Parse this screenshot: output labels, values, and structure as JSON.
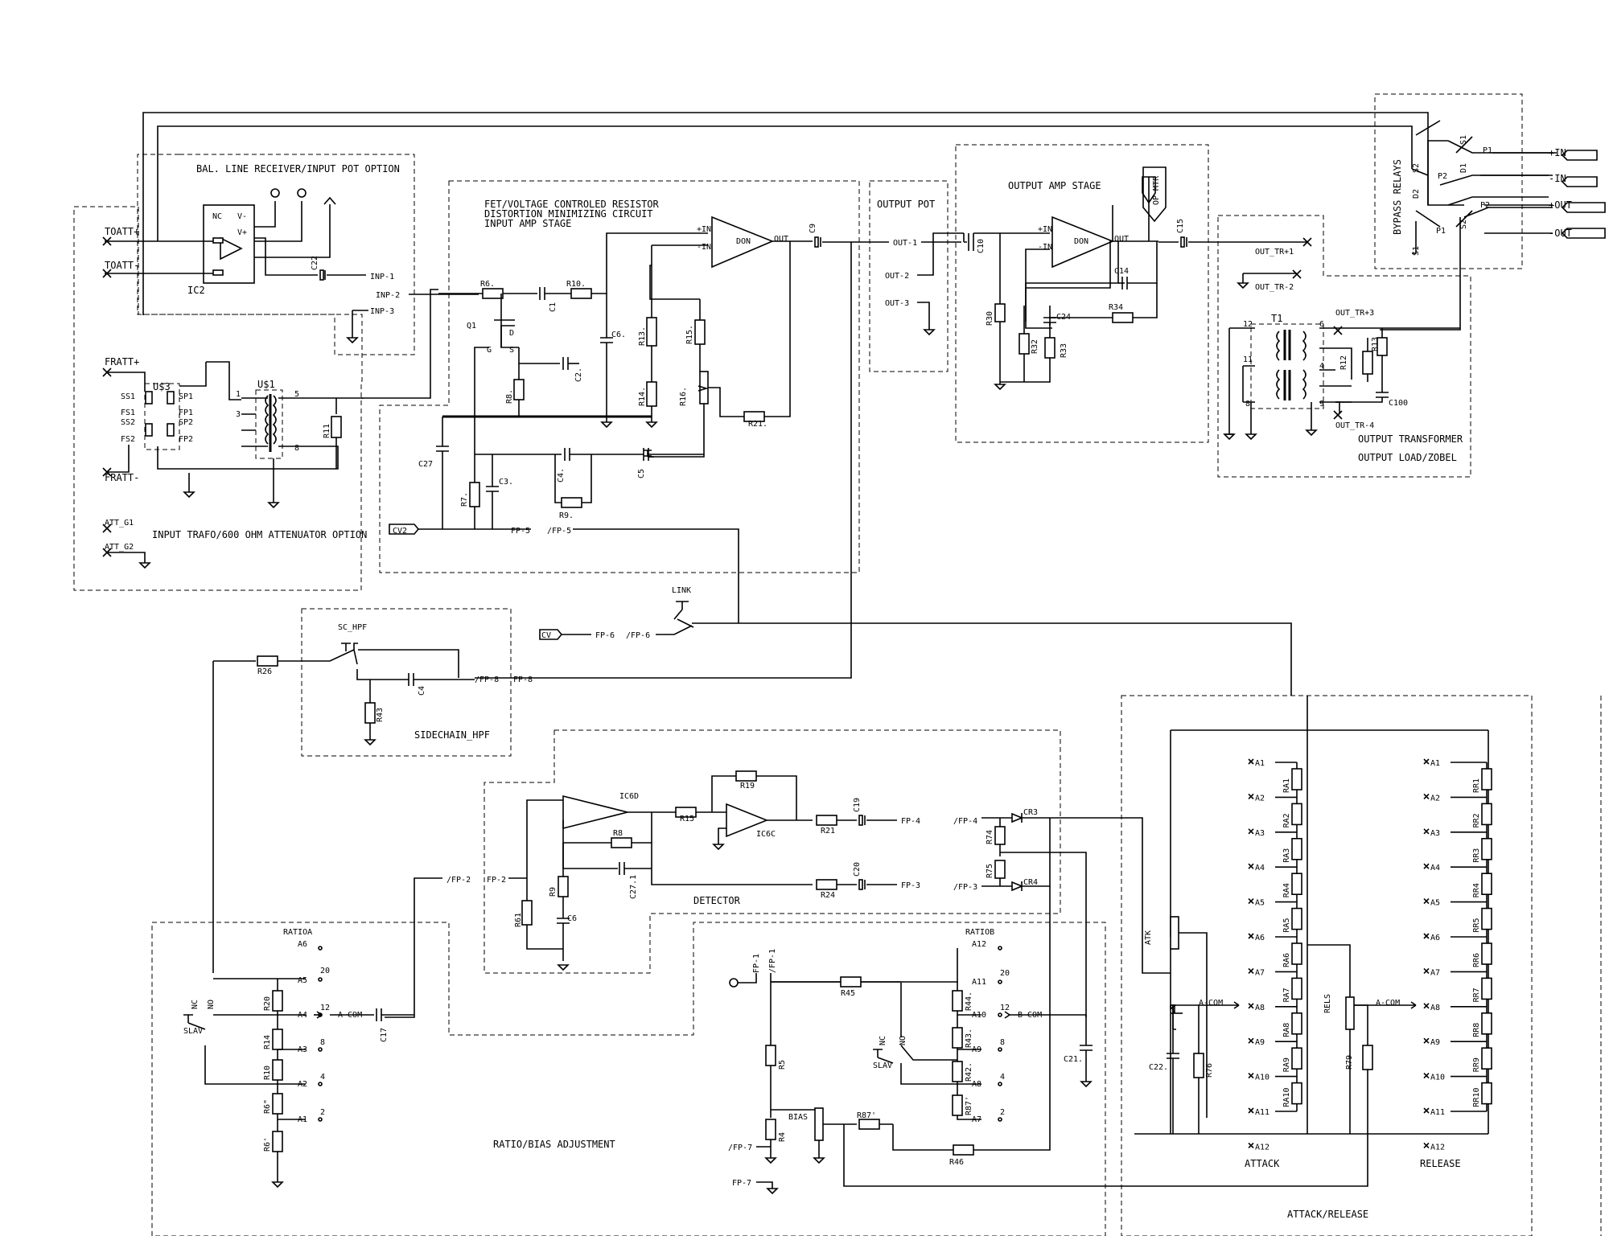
{
  "blocks": {
    "bal_line": "BAL. LINE RECEIVER/INPUT POT OPTION",
    "fet_1": "FET/VOLTAGE CONTROLED RESISTOR",
    "fet_2": "DISTORTION MINIMIZING CIRCUIT",
    "fet_3": "INPUT AMP STAGE",
    "output_pot": "OUTPUT POT",
    "output_amp": "OUTPUT AMP STAGE",
    "bypass": "BYPASS RELAYS",
    "output_transformer": "OUTPUT TRANSFORMER",
    "output_load": "OUTPUT LOAD/ZOBEL",
    "input_trafo": "INPUT TRAFO/600 OHM ATTENUATOR OPTION",
    "sidechain": "SIDECHAIN_HPF",
    "detector": "DETECTOR",
    "ratio_bias": "RATIO/BIAS ADJUSTMENT",
    "attack": "ATTACK",
    "release": "RELEASE",
    "attack_release": "ATTACK/RELEASE"
  },
  "nets": {
    "toatt_p": "TOATT+",
    "toatt_m": "TOATT-",
    "fratt_p": "FRATT+",
    "fratt_m": "FRATT-",
    "att_g1": "ATT_G1",
    "att_g2": "ATT_G2",
    "inp1": "INP-1",
    "inp2": "INP-2",
    "inp3": "INP-3",
    "out1": "OUT-1",
    "out2": "OUT-2",
    "out3": "OUT-3",
    "out_tr1": "OUT_TR+1",
    "out_tr2": "OUT_TR-2",
    "out_tr3": "OUT_TR+3",
    "out_tr4": "OUT_TR-4",
    "in_p": "+IN",
    "in_m": "-IN",
    "out_p": "+OUT",
    "out_m": "-OUT",
    "op_mtr": "OP MTR",
    "cv": "CV",
    "cv2": "CV2",
    "fp5": "FP-5",
    "fp5n": "/FP-5",
    "fp6": "FP-6",
    "fp6n": "/FP-6",
    "fp8": "FP-8",
    "fp8n": "/FP-8",
    "fp4": "FP-4",
    "fp4n": "/FP-4",
    "fp3": "FP-3",
    "fp3n": "/FP-3",
    "fp2": "FP-2",
    "fp2n": "/FP-2",
    "fp1": "FP-1",
    "fp1n": "/FP-1",
    "fp7": "FP-7",
    "fp7n": "/FP-7",
    "acom": "A-COM",
    "bcom": "B-COM",
    "link": "LINK",
    "sc_hpf": "SC_HPF",
    "ratioa": "RATIOA",
    "ratiob": "RATIOB",
    "bias": "BIAS",
    "atk": "ATK",
    "rels": "RELS"
  },
  "parts": {
    "ic2": "IC2",
    "nc": "NC",
    "vm": "V-",
    "vp": "V+",
    "u3": "U$3",
    "u1": "U$1",
    "c22": "C22",
    "r11": "R11",
    "r6": "R6.",
    "r10": "R10.",
    "c1": "C1",
    "q1": "Q1",
    "c6": "C6.",
    "c2": "C2.",
    "r8": "R8.",
    "r13": "R13.",
    "r14": "R14.",
    "r15": "R15.",
    "r16": "R16.",
    "r21": "R21.",
    "c27": "C27",
    "r7": "R7.",
    "c3": "C3.",
    "c4": "C4.",
    "r9": "R9.",
    "c5": "C5",
    "c9": "C9",
    "c10": "C10",
    "c14": "C14",
    "c24": "C24",
    "r34": "R34",
    "r30": "R30",
    "r32": "R32",
    "r33": "R33",
    "c15": "C15",
    "t1": "T1",
    "r12": "R12",
    "r13b": "R13",
    "c100": "C100",
    "r26": "R26",
    "c4b": "C4",
    "r43": "R43",
    "ic6d": "IC6D",
    "ic6c": "IC6C",
    "r19": "R19",
    "r15b": "R15",
    "r8b": "R8",
    "r21b": "R21",
    "r24": "R24",
    "c19": "C19",
    "c20": "C20",
    "r9b": "R9",
    "c6b": "C6",
    "r61": "R61",
    "c271": "C27.1",
    "cr3": "CR3",
    "cr4": "CR4",
    "r74": "R74",
    "r75": "R75",
    "r20": "R20",
    "r14b": "R14",
    "r10b": "R10",
    "r6q": "R6\"",
    "r6p": "R6'",
    "c17": "C17",
    "r45": "R45",
    "r44": "R44.",
    "r43b": "R43.",
    "r42": "R42.",
    "r87": "R87'",
    "r87b": "R87'",
    "r46": "R46",
    "r5": "R5",
    "r4": "R4",
    "c21": "C21.",
    "c22b": "C22.",
    "r76": "R76",
    "r79": "R79",
    "in": "+IN",
    "out": "OUT",
    "don": "DON",
    "min": "-IN"
  },
  "misc": {
    "a_labels": [
      "A1",
      "A2",
      "A3",
      "A4",
      "A5",
      "A6",
      "A7",
      "A8",
      "A9",
      "A10",
      "A11",
      "A12"
    ],
    "ra": [
      "RA1",
      "RA2",
      "RA3",
      "RA4",
      "RA5",
      "RA6",
      "RA7",
      "RA8",
      "RA9",
      "RA10"
    ],
    "rr": [
      "RR1",
      "RR2",
      "RR3",
      "RR4",
      "RR5",
      "RR6",
      "RR7",
      "RR8",
      "RR9",
      "RR10"
    ],
    "ratioa_taps": [
      "A6",
      "A5",
      "A4",
      "A3",
      "A2",
      "A1"
    ],
    "ratioa_vals": [
      "20",
      "12",
      "8",
      "4",
      "2"
    ],
    "ratiob_taps": [
      "A12",
      "A11",
      "A10",
      "A9",
      "A8",
      "A7"
    ],
    "ratiob_vals": [
      "20",
      "12",
      "8",
      "4",
      "2"
    ],
    "sw": [
      "NC",
      "NO",
      "SLAV"
    ]
  }
}
